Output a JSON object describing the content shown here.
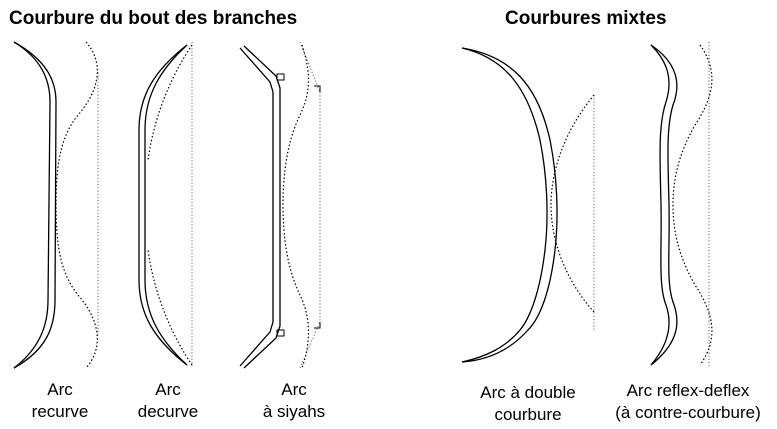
{
  "headings": {
    "tip_curvature": "Courbure du bout des branches",
    "mixed_curvature": "Courbures mixtes"
  },
  "bows": [
    {
      "line1": "Arc",
      "line2": "recurve"
    },
    {
      "line1": "Arc",
      "line2": "decurve"
    },
    {
      "line1": "Arc",
      "line2": "à siyahs"
    },
    {
      "line1": "Arc  à double",
      "line2": "courbure"
    },
    {
      "line1": "Arc reflex-deflex",
      "line2": "(à contre-courbure)"
    }
  ]
}
